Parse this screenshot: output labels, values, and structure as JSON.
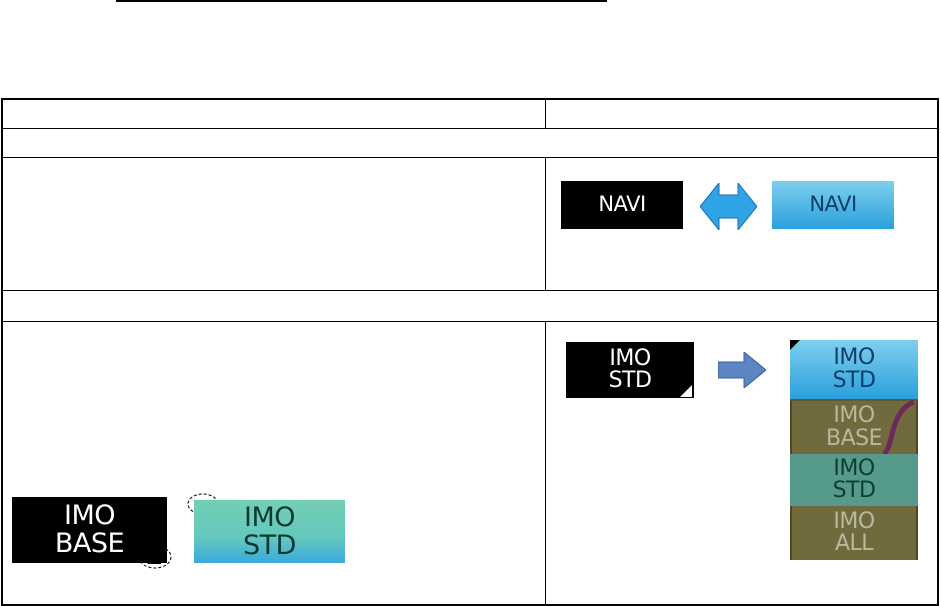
{
  "colors": {
    "black_button": "#000000",
    "blue_gradient_top": "#7fd0ee",
    "blue_gradient_bottom": "#2aa0dc",
    "teal_gradient_top": "#74cfb2",
    "teal_gradient_bottom": "#3aa9de",
    "olive_menu": "#716a3c",
    "double_arrow": "#2ea3e6",
    "right_arrow": "#5d85c4"
  },
  "row1": {
    "navi_black": "NAVI",
    "navi_blue": "NAVI",
    "arrow_icon": "double-arrow-icon"
  },
  "row2": {
    "imo_std_black": {
      "line1": "IMO",
      "line2": "STD"
    },
    "arrow_icon": "right-arrow-icon",
    "dropdown": [
      {
        "line1": "IMO",
        "line2": "STD"
      },
      {
        "line1": "IMO",
        "line2": "BASE"
      },
      {
        "line1": "IMO",
        "line2": "STD"
      },
      {
        "line1": "IMO",
        "line2": "ALL"
      }
    ],
    "imo_base_black": {
      "line1": "IMO",
      "line2": "BASE"
    },
    "imo_std_teal": {
      "line1": "IMO",
      "line2": "STD"
    }
  }
}
